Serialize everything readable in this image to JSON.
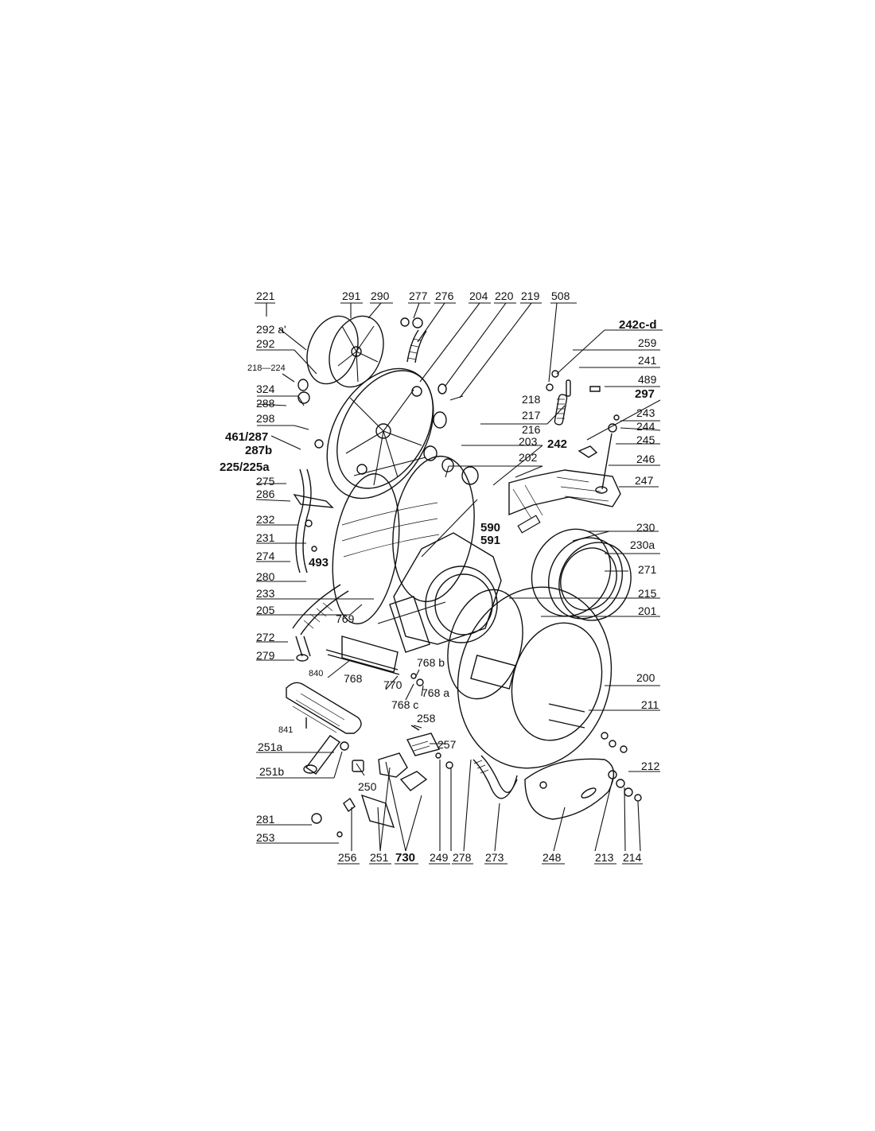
{
  "labels": {
    "l221": "221",
    "l291": "291",
    "l290": "290",
    "l277": "277",
    "l276": "276",
    "l204": "204",
    "l220": "220",
    "l219": "219",
    "l508": "508",
    "l242cd": "242c-d",
    "l259": "259",
    "l241": "241",
    "l489": "489",
    "l297": "297",
    "l243": "243",
    "l244": "244",
    "l245": "245",
    "l246": "246",
    "l247": "247",
    "l292a": "292 a'",
    "l292": "292",
    "l218_224": "218—224",
    "l324": "324",
    "l288": "288",
    "l298": "298",
    "l461_287": "461/287",
    "l287b": "287b",
    "l225": "225/225a",
    "l275": "275",
    "l286": "286",
    "l232": "232",
    "l231": "231",
    "l274": "274",
    "l493": "493",
    "l280": "280",
    "l233": "233",
    "l205": "205",
    "l769": "769",
    "l272": "272",
    "l279": "279",
    "l218": "218",
    "l217": "217",
    "l216": "216",
    "l203": "203",
    "l242": "242",
    "l202": "202",
    "l590": "590",
    "l591": "591",
    "l230": "230",
    "l230a": "230a",
    "l271": "271",
    "l215": "215",
    "l201": "201",
    "l200": "200",
    "l211": "211",
    "l212": "212",
    "l768": "768",
    "l770": "770",
    "l768b": "768 b",
    "l768a": "768 a",
    "l768c": "768 c",
    "l840": "840",
    "l841": "841",
    "l258": "258",
    "l257": "257",
    "l251a": "251a",
    "l251b": "251b",
    "l250": "250",
    "l281": "281",
    "l253": "253",
    "l256": "256",
    "l251": "251",
    "l730": "730",
    "l249": "249",
    "l278": "278",
    "l273": "273",
    "l248": "248",
    "l213": "213",
    "l214": "214"
  },
  "icons": {
    "drum_pulley": "pulley-icon",
    "rear_tub": "tub-back-icon",
    "drum": "drum-icon",
    "front_tub": "tub-front-icon",
    "door_seal": "door-seal-icon"
  }
}
